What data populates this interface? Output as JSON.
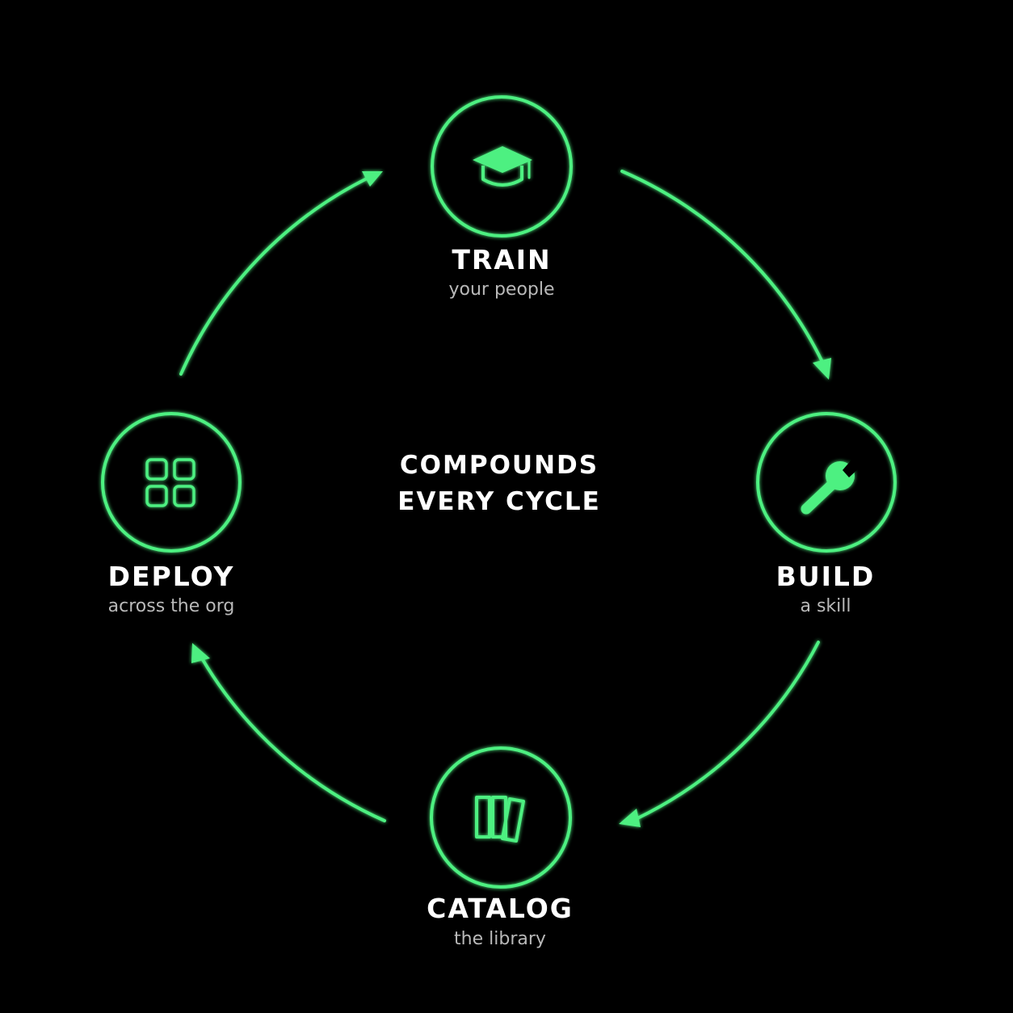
{
  "accent_color": "#4ef081",
  "center": {
    "line1": "COMPOUNDS",
    "line2": "EVERY CYCLE"
  },
  "steps": [
    {
      "title": "TRAIN",
      "subtitle": "your people",
      "icon": "graduation-cap-icon"
    },
    {
      "title": "BUILD",
      "subtitle": "a skill",
      "icon": "wrench-icon"
    },
    {
      "title": "CATALOG",
      "subtitle": "the library",
      "icon": "books-icon"
    },
    {
      "title": "DEPLOY",
      "subtitle": "across the org",
      "icon": "grid-icon"
    }
  ]
}
